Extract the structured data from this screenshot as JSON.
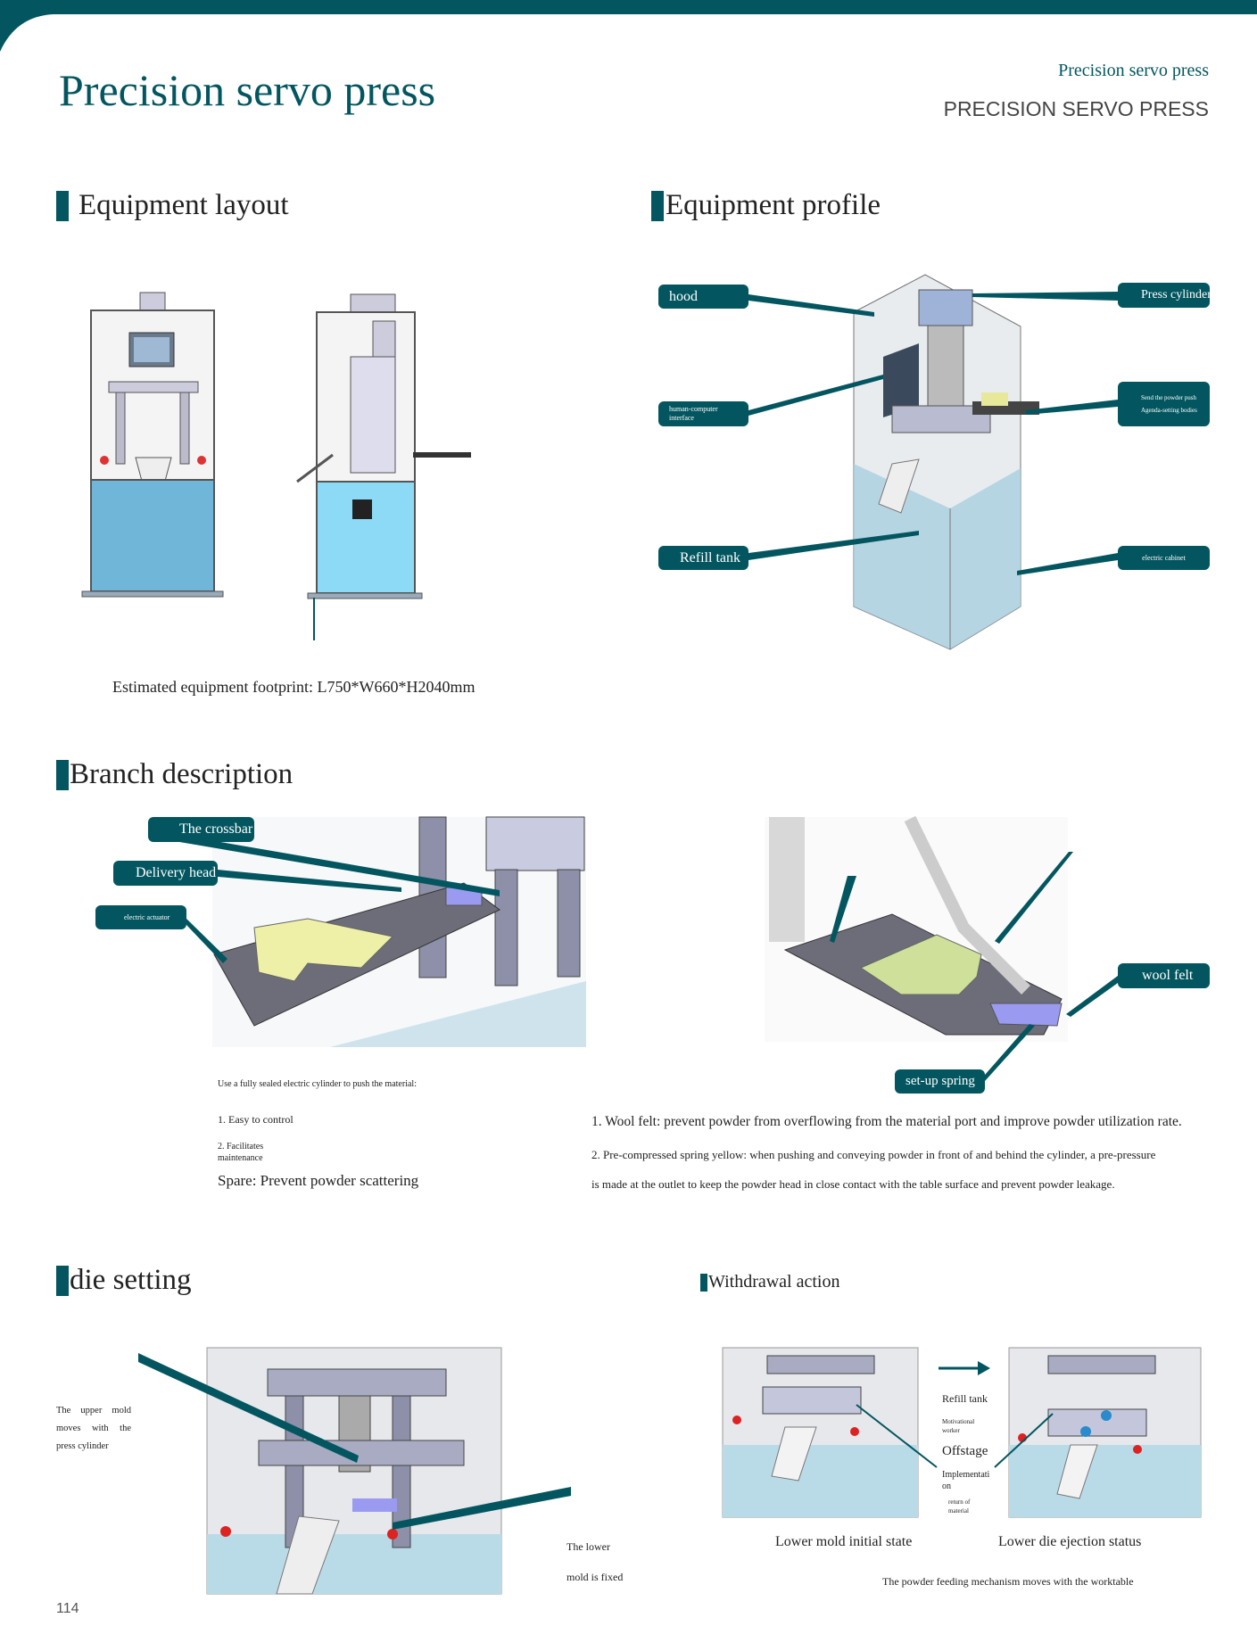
{
  "header": {
    "title": "Precision servo press",
    "right_title": "Precision servo press",
    "right_subtitle": "PRECISION SERVO PRESS"
  },
  "layout": {
    "heading": "Equipment layout",
    "footprint": "Estimated equipment footprint: L750*W660*H2040mm"
  },
  "profile": {
    "heading": "Equipment profile",
    "labels": {
      "hood": "hood",
      "press_cylinder": "Press cylinder",
      "hmi": "human-computer interface",
      "send_powder": "Send the powder push",
      "agenda": "Agenda-setting bodies",
      "refill_tank": "Refill tank",
      "electric_cabinet": "electric cabinet"
    }
  },
  "branch": {
    "heading": "Branch description",
    "labels": {
      "crossbar": "The crossbar",
      "delivery_head": "Delivery head",
      "electric_actuator": "electric actuator",
      "wool_felt": "wool felt",
      "setup_spring": "set-up spring"
    },
    "left_text": {
      "intro": "Use a fully sealed electric cylinder to push the material:",
      "item1": "1. Easy to control",
      "item2": "2. Facilitates maintenance",
      "spare": "Spare: Prevent powder scattering"
    },
    "right_text": {
      "item1": "1. Wool felt: prevent powder from overflowing from the material port and improve powder utilization rate.",
      "item2a": "2. Pre-compressed spring yellow: when pushing and conveying powder in front of and behind the cylinder, a pre-pressure",
      "item2b": "is made at the outlet to keep the powder head in close contact with the table surface and prevent powder leakage."
    }
  },
  "die": {
    "heading": "die setting",
    "upper": "The upper mold moves with the press cylinder",
    "lower1": "The lower",
    "lower2": "mold is fixed"
  },
  "withdrawal": {
    "heading": "Withdrawal action",
    "refill": "Refill tank",
    "motivational": "Motivational worker",
    "offstage": "Offstage",
    "implementation": "Implementation",
    "return": "return of material",
    "caption_left": "Lower mold initial state",
    "caption_right": "Lower die ejection status",
    "bottom": "The powder feeding mechanism moves with the worktable"
  },
  "page_number": "114",
  "colors": {
    "teal": "#03565F",
    "blue": "#6FB6D8"
  }
}
